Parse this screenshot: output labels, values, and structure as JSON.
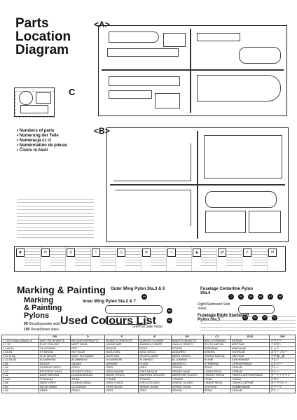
{
  "header": {
    "title_line1": "Parts",
    "title_line2": "Location",
    "title_line3": "Diagram"
  },
  "sprues": {
    "a": "A",
    "b": "B",
    "c": "C"
  },
  "legend": {
    "items": [
      "Numbers of parts",
      "Numerung der Teile",
      "Numeracja cz ci",
      "Numérotation de piècas",
      "Číslov ní částí"
    ]
  },
  "marking": {
    "title": "Marking & Painting",
    "subtitle_line1": "Marking",
    "subtitle_line2": "& Painting",
    "subtitle_line3": "Pylons",
    "decal_opposite_num": "99",
    "decal_opposite": "Decal(opposite side)",
    "decal_flower_num": "100",
    "decal_flower": "Decal(flower side)",
    "outer_pylon": "Outer Wing Pylon Sta.3 & 6",
    "inner_pylon": "Inner Wing Pylon Sta.2 & 7",
    "fuselage_center": "Fuselage Centerline Pylon Sta.4",
    "right_side": "Right/Starboard Side View)",
    "left_side": "Left/Port Side View)",
    "fuselage_right": "Fuselage Right Starboard Pylon Sta.5",
    "markers": [
      "99",
      "64",
      "66",
      "72",
      "59",
      "59",
      "66",
      "67",
      "68",
      "63",
      "64",
      "70",
      "71"
    ]
  },
  "colours": {
    "title": "Used Colours List",
    "headers": [
      "GB",
      "D",
      "F",
      "E",
      "DP",
      "CZ",
      "RUS",
      "JAP"
    ],
    "rows": [
      [
        "17,10 (Gloss) (Black) ul",
        "INDY GN W WHITE",
        "BELAGE ASPHALTIC",
        "BLANCO GRAFISTE",
        "QUARZO GLASBE",
        "BIANCO (BIANCO)",
        "BIA LA SPANIAN",
        "БЕЛЫЙ",
        "ホワイト"
      ],
      [
        "3,7,11",
        "FLAT YELLOW",
        "MATT GELB",
        "JAUNE MAT",
        "AMARILLO MATE",
        "GIALLO OPACO",
        "ŽLUTÁ MATNÁ",
        "ЖЁЛТЫЙ",
        "イエロー"
      ],
      [
        "1,145,54",
        "CS POSION",
        "ROT",
        "ROUGE",
        "ROJO",
        "ROSSO",
        "ČERVENÁ",
        "КРАСНЫЙ",
        "レッド"
      ],
      [
        "1,46,64",
        "KT MEDIA",
        "SKY BLUE",
        "BLEU CIEL",
        "AZUL CIELO",
        "AZZURRO",
        "MODRÁ",
        "ГОЛУБОЙ",
        "スカイブルー"
      ],
      [
        "1,32 (Flat)",
        "FLAT BLACK",
        "MATT SCHWARZ",
        "NOIR MAT",
        "NEGRO MATE",
        "NERO OPACO",
        "ČERNÁ MATNÁ",
        "ЧЁРНЫЙ",
        "つや消し黒"
      ],
      [
        "1,32,44,46",
        "ALUMINIUM",
        "ALUMINIUM",
        "ALUMINIUM",
        "ALUMINIO",
        "ALLUMINIO",
        "HLINÍK",
        "АЛЮМИНИЙ",
        "アルミ"
      ],
      [
        "1,85",
        "SILVER",
        "SILBER",
        "ARGENT",
        "PLATA",
        "ARGENTO",
        "STŘÍBRNÁ",
        "СЕРЕБРЯНЫЙ",
        "シルバー"
      ],
      [
        "1,96",
        "GUNSHIP GREY",
        "GRAU",
        "GRIS",
        "GRIS",
        "GRIGIO",
        "ŠEDÁ",
        "СЕРЫЙ",
        "グレー"
      ],
      [
        "1,62",
        "PROCESS GRAY",
        "SCHIFFS GRAU",
        "GRIS NAVIRE",
        "GRIS BUQUE",
        "GRIGIO NAVE",
        "LODNÍ ŠEDÁ",
        "СЕРЫЙ",
        "グレー"
      ],
      [
        "1,32",
        "DARK BROWN",
        "DUNKELBRAUN",
        "BRUN FONCÉ",
        "MARRÓN OSCURO",
        "MARRONE SCURO",
        "TMAVĚ HNĚDÁ",
        "ТЁМНО-КОРИЧНЕВЫЙ",
        "ダークブラウン"
      ],
      [
        "1,144",
        "TITANIUM",
        "TITAN",
        "TITANE",
        "TITANIO",
        "TITANIO",
        "TITAN",
        "ТИТАН",
        "チタン"
      ],
      [
        "1,66",
        "DARK GREY",
        "DUNKELGRAU",
        "GRIS FONCÉ",
        "GRIS OSCURO",
        "GRIGIO SCURO",
        "TMAVĚ ŠEDÁ",
        "ТЁМНО-СЕРЫЙ",
        "ダークグレー"
      ],
      [
        "1,89",
        "OLIVE DRAB",
        "OLIVGRÜN",
        "VERT OLIVE",
        "VERDE OLIVA",
        "VERDE OLIVA",
        "OLIVOVÁ",
        "ОЛИВКОВЫЙ",
        "オリーブ"
      ],
      [
        "1,96",
        "GREY",
        "GRAU",
        "GRIS",
        "GRIS",
        "GRIGIO",
        "ŠEDÁ",
        "СЕРЫЙ",
        "グレー"
      ]
    ]
  }
}
